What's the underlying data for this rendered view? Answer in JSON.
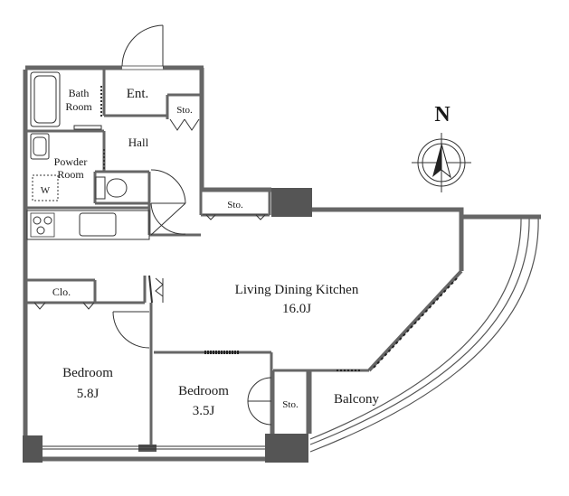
{
  "rooms": {
    "bath": {
      "line1": "Bath",
      "line2": "Room"
    },
    "entrance": "Ent.",
    "storage_top": "Sto.",
    "hall": "Hall",
    "powder": {
      "line1": "Powder",
      "line2": "Room"
    },
    "washer": "W",
    "storage_mid": "Sto.",
    "closet": "Clo.",
    "ldk": {
      "name": "Living Dining Kitchen",
      "size": "16.0J"
    },
    "bedroom1": {
      "name": "Bedroom",
      "size": "5.8J"
    },
    "bedroom2": {
      "name": "Bedroom",
      "size": "3.5J"
    },
    "storage_bed": "Sto.",
    "balcony": "Balcony"
  },
  "compass": {
    "label": "N",
    "icon": "north-arrow-icon"
  },
  "colors": {
    "wall": "#666666",
    "pillar": "#555555",
    "line": "#333333"
  }
}
